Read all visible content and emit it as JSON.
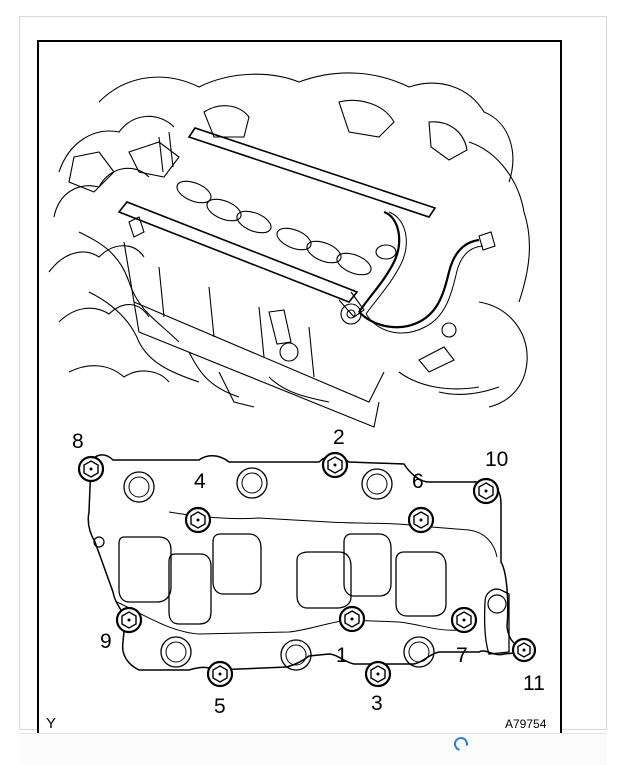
{
  "figure": {
    "corner_label": "Y",
    "figure_code": "A79754"
  },
  "bolt_labels": [
    "1",
    "2",
    "3",
    "4",
    "5",
    "6",
    "7",
    "8",
    "9",
    "10",
    "11"
  ]
}
